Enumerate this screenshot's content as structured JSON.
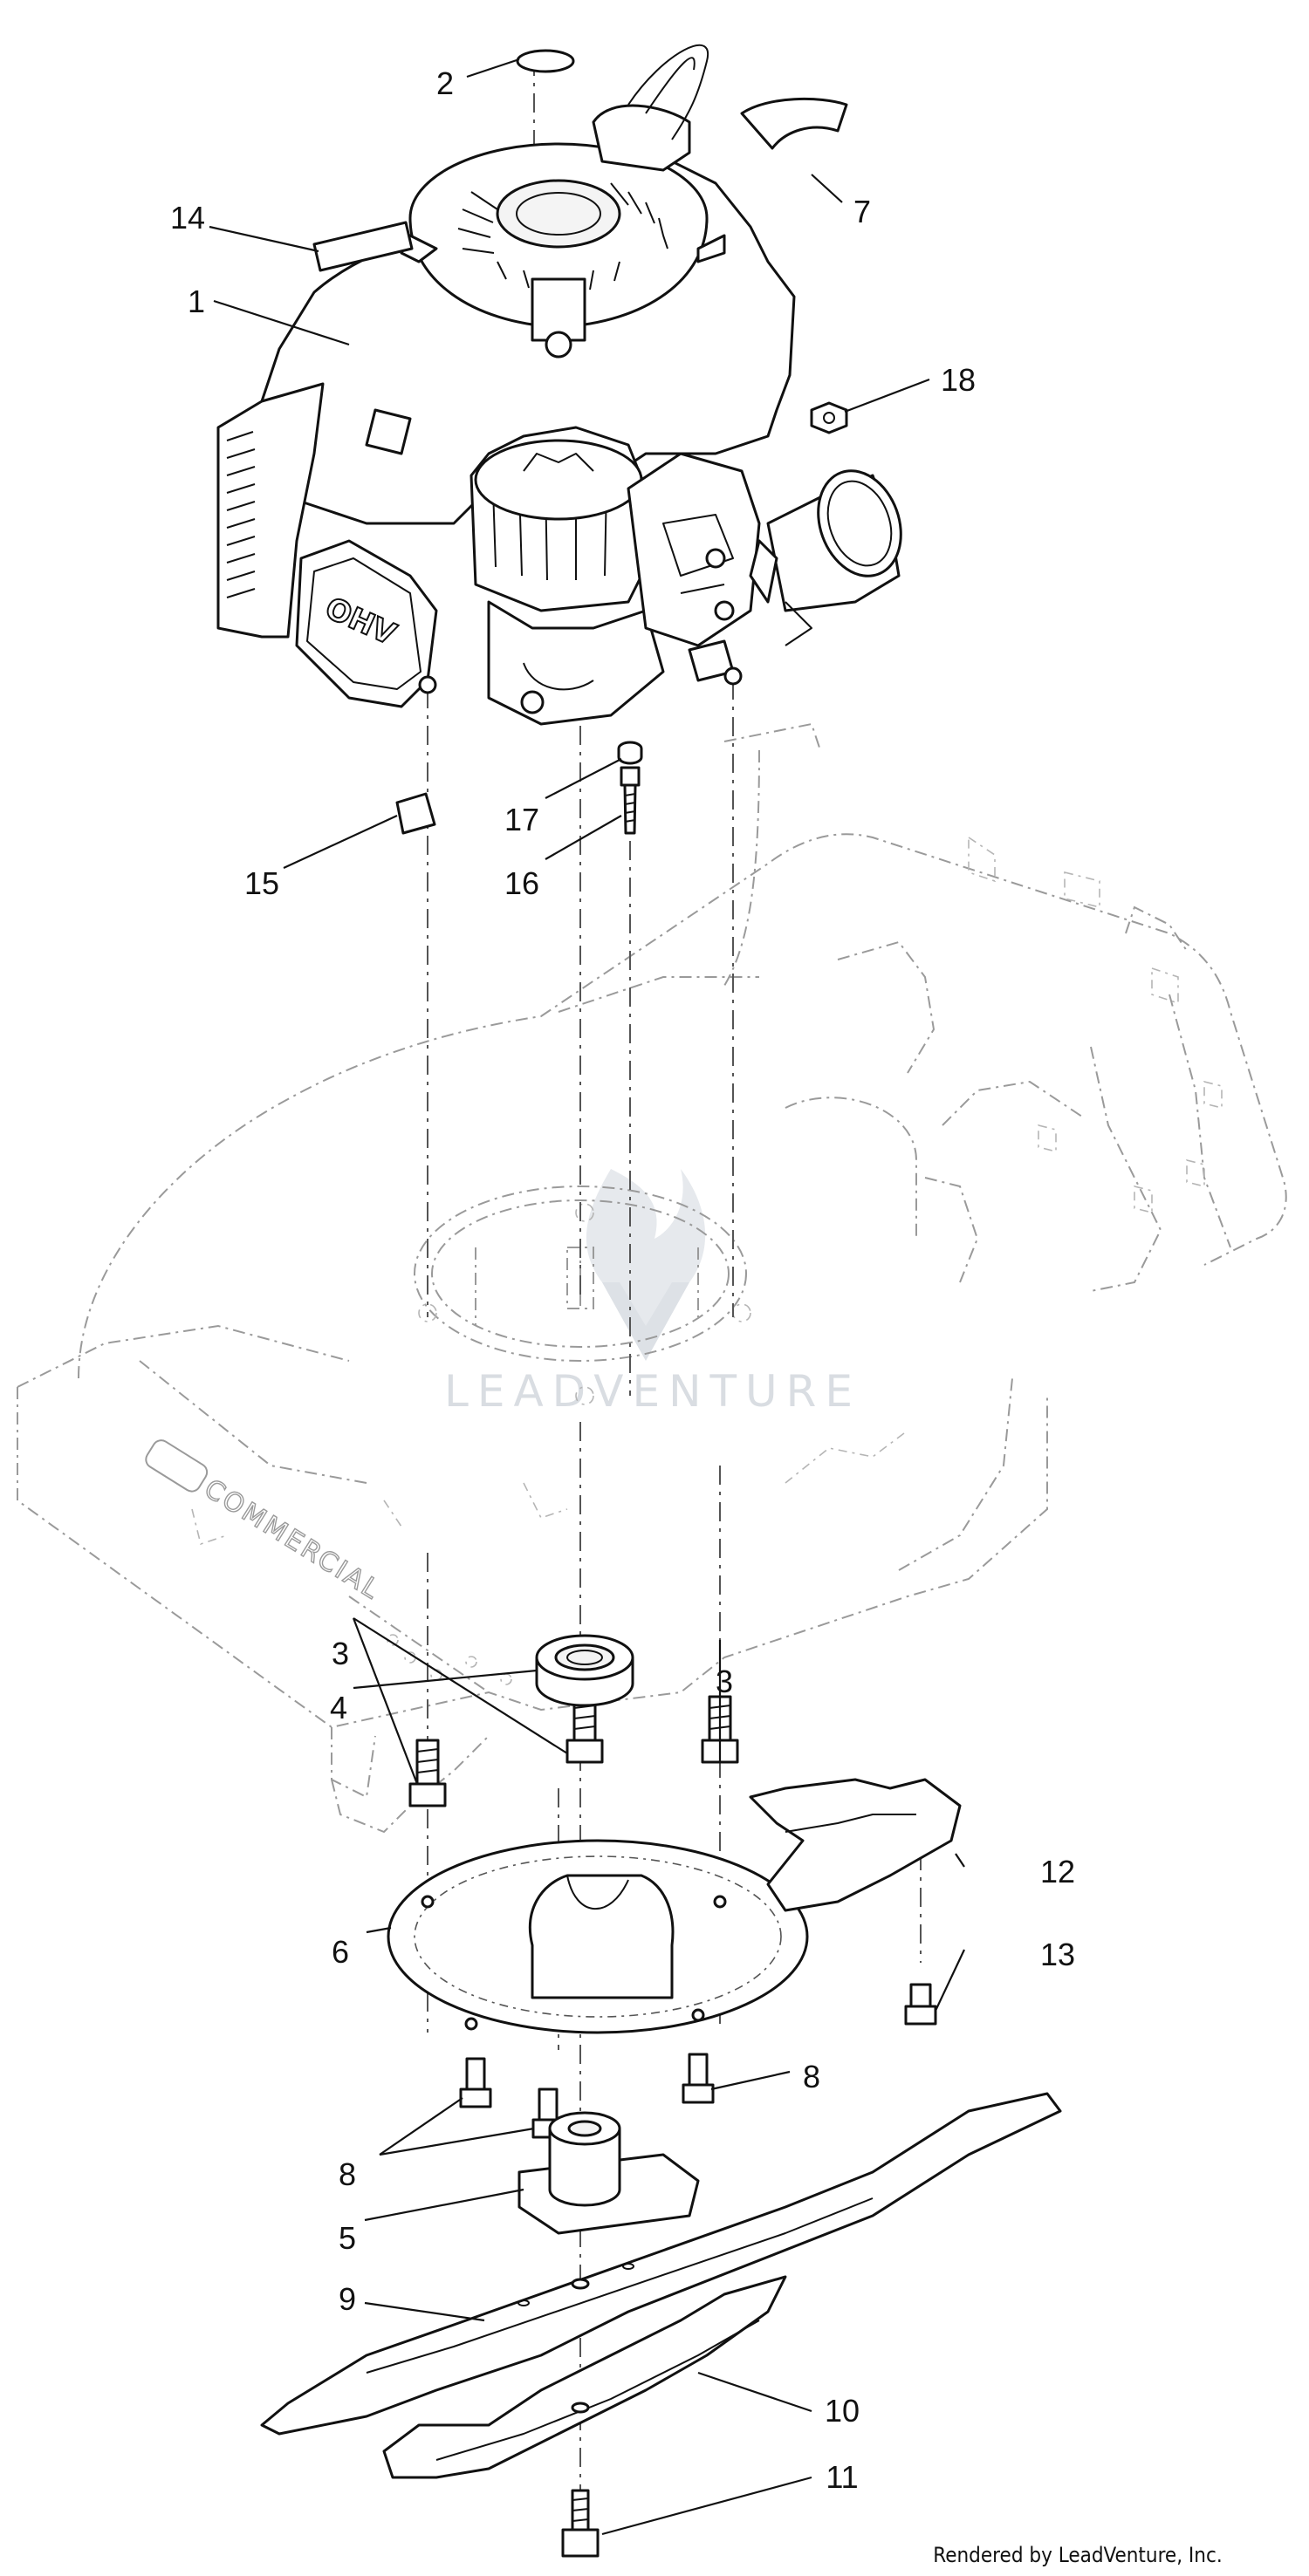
{
  "diagram": {
    "callouts": [
      {
        "num": "1"
      },
      {
        "num": "2"
      },
      {
        "num": "3"
      },
      {
        "num": "3"
      },
      {
        "num": "4"
      },
      {
        "num": "5"
      },
      {
        "num": "6"
      },
      {
        "num": "7"
      },
      {
        "num": "8"
      },
      {
        "num": "8"
      },
      {
        "num": "9"
      },
      {
        "num": "10"
      },
      {
        "num": "11"
      },
      {
        "num": "12"
      },
      {
        "num": "13"
      },
      {
        "num": "14"
      },
      {
        "num": "15"
      },
      {
        "num": "16"
      },
      {
        "num": "17"
      },
      {
        "num": "18"
      }
    ],
    "engine_label": "OHV",
    "deck_label": "COMMERCIAL",
    "watermark": "LEADVENTURE",
    "footer": "Rendered by LeadVenture, Inc."
  },
  "colors": {
    "line": "#111111",
    "phantom": "#9a9a9a",
    "watermark": "#d9dde2"
  }
}
